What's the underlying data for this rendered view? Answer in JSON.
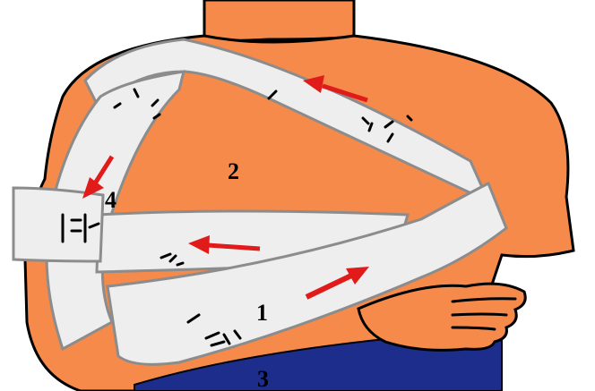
{
  "figure": {
    "labels": {
      "one": "1",
      "two": "2",
      "three": "3",
      "four": "4"
    },
    "colors": {
      "skin": "#f58a4b",
      "outline": "#000000",
      "bandage": "#eeeeee",
      "bandage_shadow": "#8c8c8c",
      "arrow": "#e11a1a",
      "trousers": "#1d2d8c"
    }
  }
}
